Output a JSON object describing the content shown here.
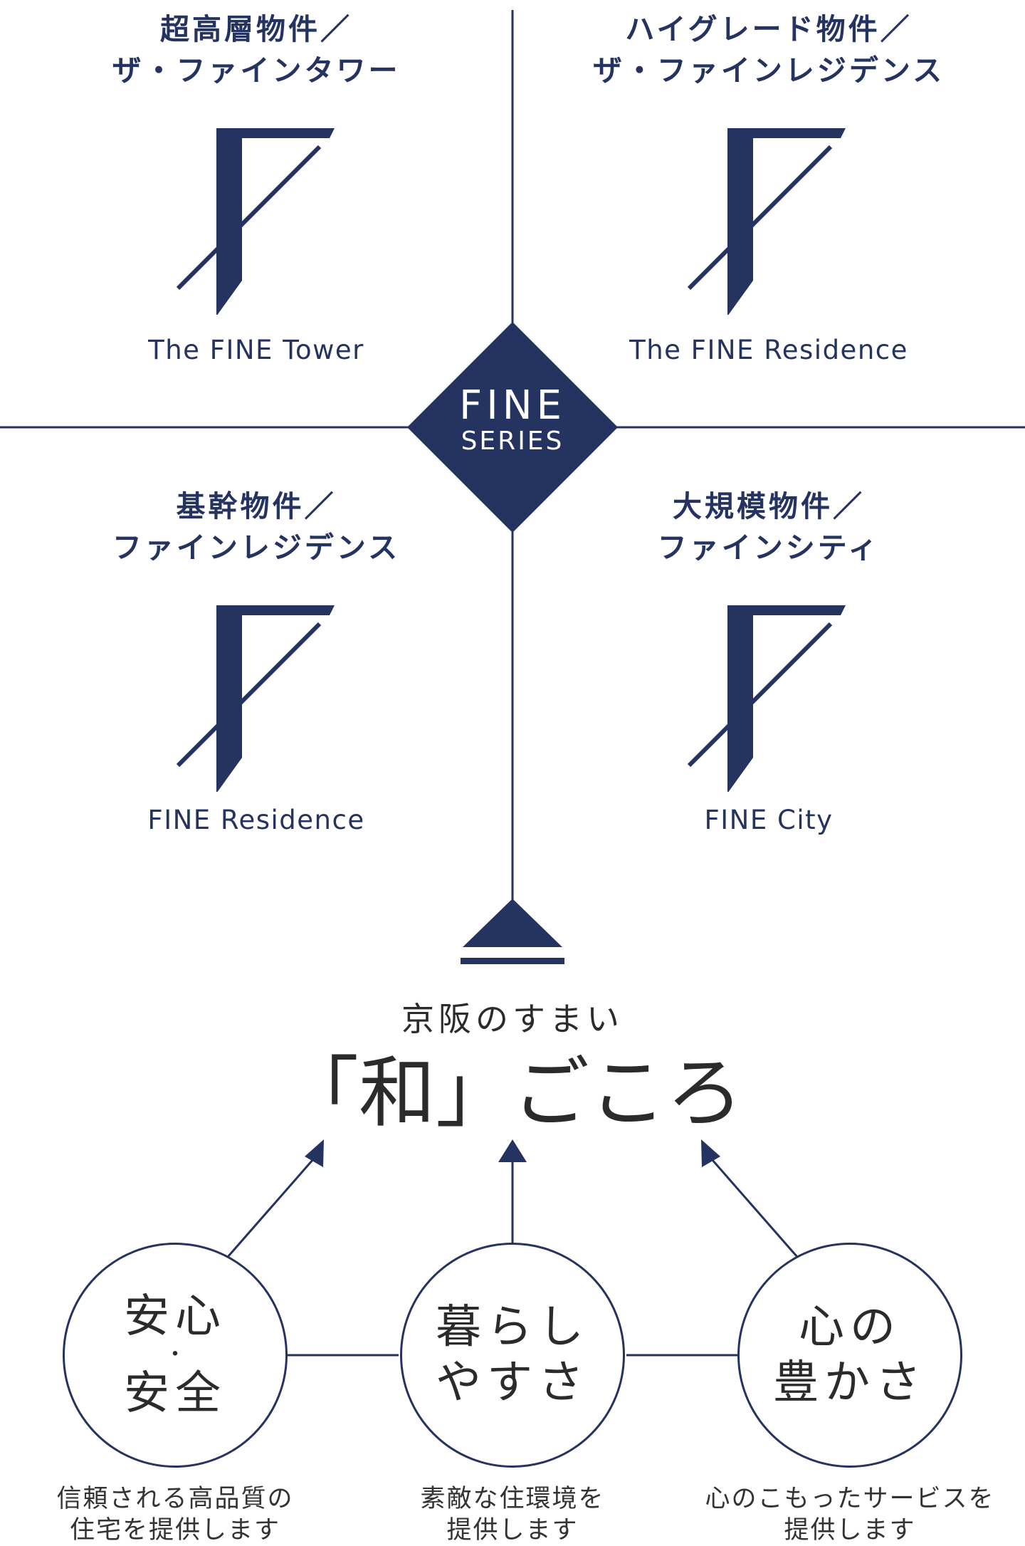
{
  "colors": {
    "navy": "#24335f",
    "text": "#2b2b2b",
    "background": "#ffffff"
  },
  "quadrants": [
    {
      "category_line1": "超高層物件／",
      "category_line2": "ザ・ファインタワー",
      "brand": "The FINE Tower",
      "icon": "fine-f-logo-icon"
    },
    {
      "category_line1": "ハイグレード物件／",
      "category_line2": "ザ・ファインレジデンス",
      "brand": "The FINE Residence",
      "icon": "fine-f-logo-icon"
    },
    {
      "category_line1": "基幹物件／",
      "category_line2": "ファインレジデンス",
      "brand": "FINE Residence",
      "icon": "fine-f-logo-icon"
    },
    {
      "category_line1": "大規模物件／",
      "category_line2": "ファインシティ",
      "brand": "FINE City",
      "icon": "fine-f-logo-icon"
    }
  ],
  "center": {
    "line1": "FINE",
    "line2": "SERIES"
  },
  "concept": {
    "subtitle": "京阪のすまい",
    "title": "「和」ごころ",
    "icon": "triangle-pointer-icon"
  },
  "pillars": [
    {
      "line1": "安心",
      "separator": "・",
      "line2": "安全",
      "desc_line1": "信頼される高品質の",
      "desc_line2": "住宅を提供します"
    },
    {
      "line1": "暮らし",
      "line2": "やすさ",
      "desc_line1": "素敵な住環境を",
      "desc_line2": "提供します"
    },
    {
      "line1": "心の",
      "line2": "豊かさ",
      "desc_line1": "心のこもったサービスを",
      "desc_line2": "提供します"
    }
  ]
}
